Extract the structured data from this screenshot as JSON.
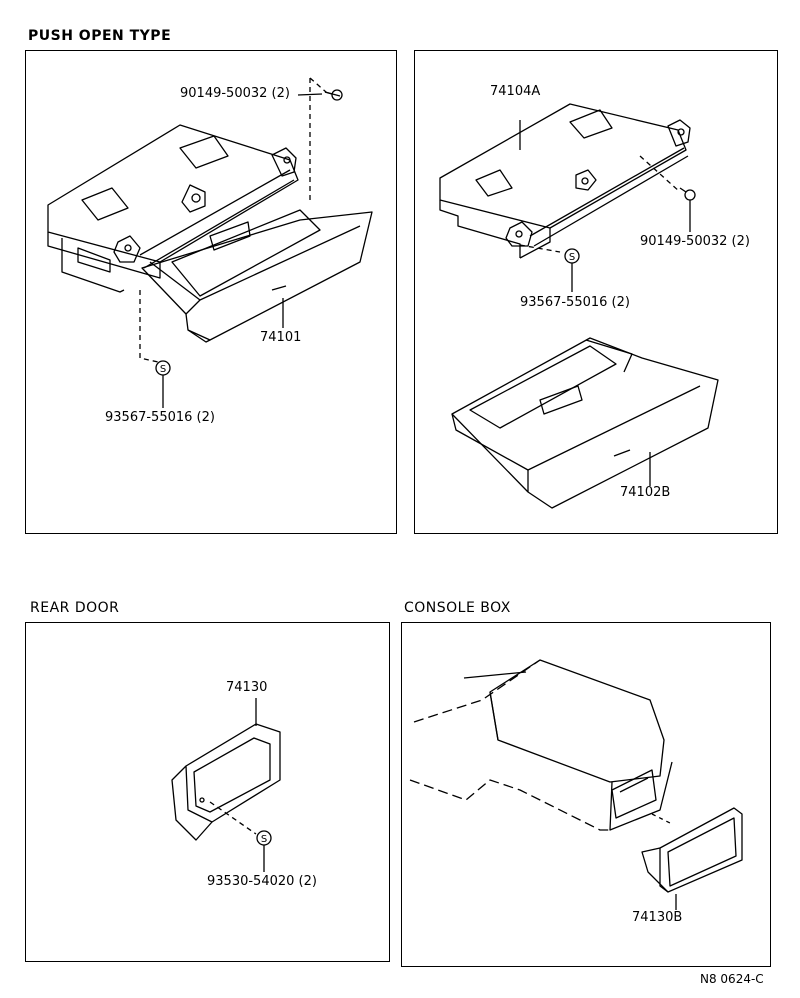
{
  "sections": {
    "push_open": {
      "title": "PUSH OPEN TYPE"
    },
    "rear_door": {
      "title": "REAR DOOR"
    },
    "console_box": {
      "title": "CONSOLE BOX"
    }
  },
  "parts": {
    "p1_screw": "90149-50032 (2)",
    "p1_main": "74101",
    "p1_clip": "93567-55016 (2)",
    "p2_housing": "74104A",
    "p2_screw": "90149-50032 (2)",
    "p2_clip": "93567-55016 (2)",
    "p2_drawer": "74102B",
    "p3_ashtray": "74130",
    "p3_clip": "93530-54020 (2)",
    "p4_ashtray": "74130B"
  },
  "clip_symbol": "S",
  "footer": {
    "code": "N8 0624-C"
  }
}
